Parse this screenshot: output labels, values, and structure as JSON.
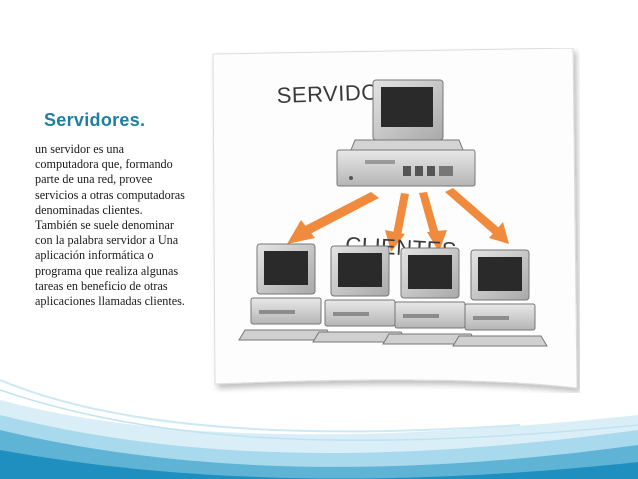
{
  "slide": {
    "title": "Servidores.",
    "body": "un servidor es una computadora que, formando parte de una red, provee servicios a otras computadoras denominadas clientes. También se suele denominar con la palabra servidor a Una aplicación informática o programa que realiza algunas tareas en beneficio de otras aplicaciones llamadas clientes."
  },
  "diagram": {
    "server_label": "SERVIDOR",
    "clients_label": "CLIENTES",
    "client_count": 4,
    "colors": {
      "arrow": "#f08a3c",
      "machine": "#c8c8c8",
      "screen": "#2a2a2a",
      "accent": "#1f7fa0"
    }
  }
}
